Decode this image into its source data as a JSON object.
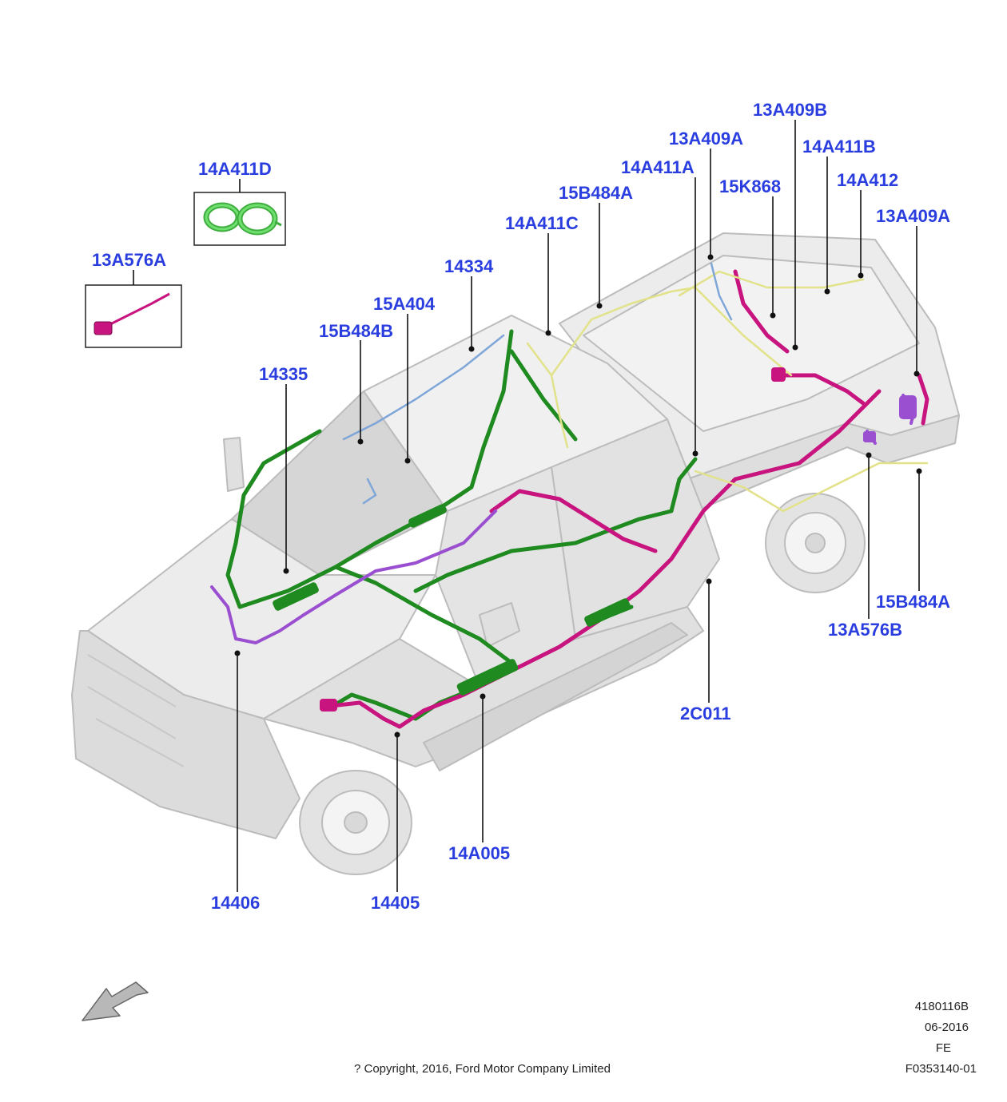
{
  "diagram": {
    "callouts": {
      "c_14A411D": "14A411D",
      "c_13A576A": "13A576A",
      "c_13A409B": "13A409B",
      "c_13A409A_top": "13A409A",
      "c_14A411B": "14A411B",
      "c_14A411A": "14A411A",
      "c_14A412": "14A412",
      "c_15B484A_top": "15B484A",
      "c_15K868": "15K868",
      "c_13A409A_right": "13A409A",
      "c_14A411C": "14A411C",
      "c_14334": "14334",
      "c_15A404": "15A404",
      "c_15B484B": "15B484B",
      "c_14335": "14335",
      "c_15B484A_right": "15B484A",
      "c_13A576B": "13A576B",
      "c_2C011": "2C011",
      "c_14A005": "14A005",
      "c_14406": "14406",
      "c_14405": "14405"
    },
    "colors": {
      "callout_text": "#2a3ee0",
      "harness_green": "#1f8a1f",
      "harness_magenta": "#c8147e",
      "harness_purple": "#9a4fd0",
      "harness_yellow": "#e2e28a",
      "harness_blue": "#7fa6d8",
      "coil_green": "#6fe06f",
      "vehicle_body": "#e6e6e6",
      "vehicle_outline": "#b9b9b9"
    },
    "icons": {
      "direction_arrow": "front-direction-arrow-icon",
      "clock_spring": "clock-spring-coil-icon",
      "pigtail": "pigtail-connector-icon"
    }
  },
  "footer": {
    "ref_code": "4180116B",
    "date": "06-2016",
    "region": "FE",
    "figure_id": "F0353140-01",
    "copyright": "? Copyright, 2016, Ford Motor Company Limited"
  }
}
